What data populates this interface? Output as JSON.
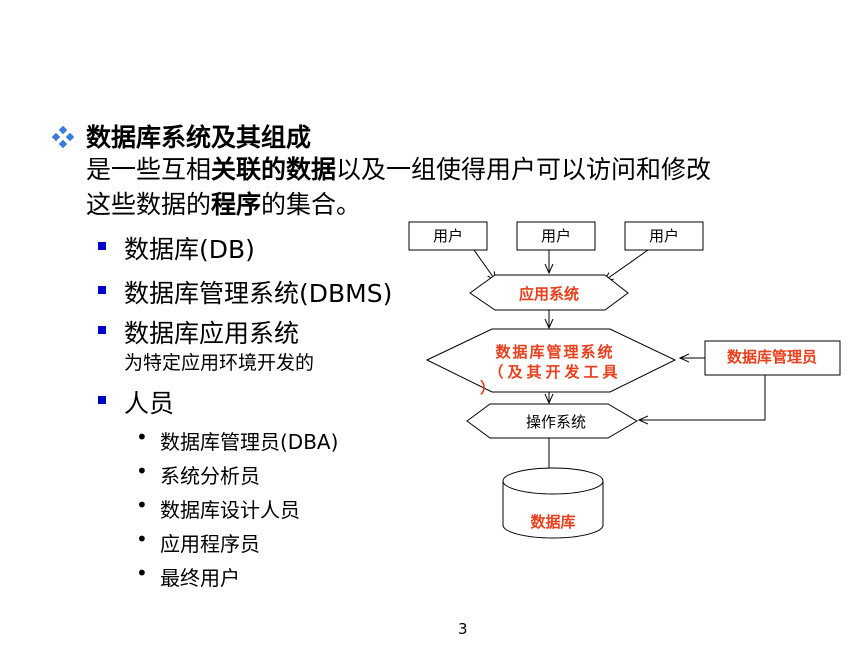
{
  "heading": "数据库系统及其组成",
  "description": {
    "p1": "是一些互相",
    "b1": "关联的数据",
    "p2": "以及一组使得用户可以访问和修改",
    "p3": "这些数据的",
    "b2": "程序",
    "p4": "的集合。"
  },
  "components": [
    {
      "label": "数据库(DB)"
    },
    {
      "label": "数据库管理系统(DBMS)"
    },
    {
      "label": "数据库应用系统",
      "note": "为特定应用环境开发的"
    },
    {
      "label": "人员"
    }
  ],
  "personnel": [
    "数据库管理员(DBA)",
    "系统分析员",
    "数据库设计人员",
    "应用程序员",
    "最终用户"
  ],
  "diagram": {
    "users": [
      "用户",
      "用户",
      "用户"
    ],
    "app_system": "应用系统",
    "dbms_line1": "数据库管理系统",
    "dbms_line2": "（及其开发工具",
    "dbms_line3": "）",
    "dba": "数据库管理员",
    "os": "操作系统",
    "database": "数据库",
    "accent_color": "#e8401c"
  },
  "page_number": "3"
}
